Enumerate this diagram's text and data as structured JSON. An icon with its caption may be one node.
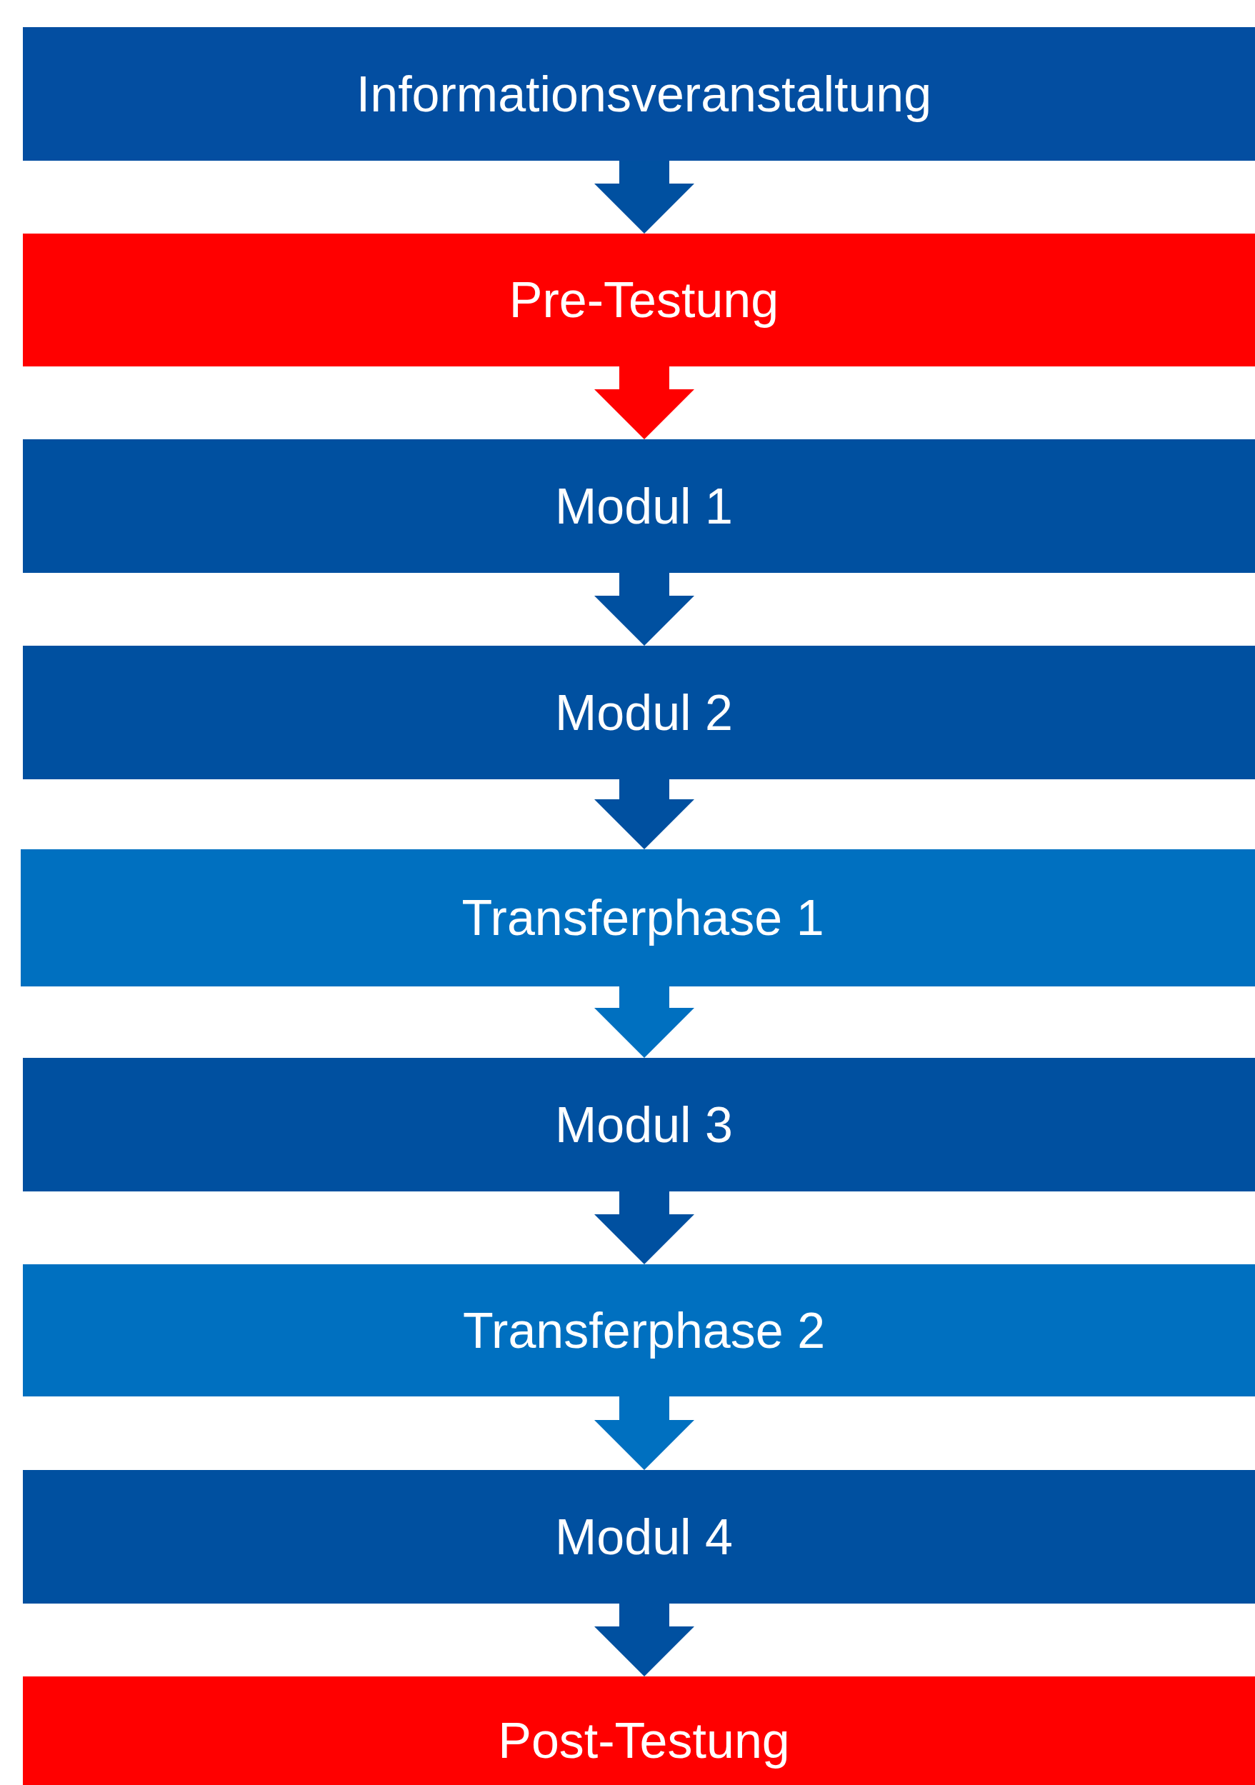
{
  "diagram": {
    "nodes": [
      {
        "text": [
          "Informationsveranstaltung"
        ]
      },
      {
        "text": [
          "Pre-Testung"
        ]
      },
      {
        "text": [
          "Modul 1"
        ]
      },
      {
        "text": [
          "Modul 2"
        ]
      },
      {
        "text": [
          "Transferphase 1"
        ]
      },
      {
        "text": [
          "Modul 3"
        ]
      },
      {
        "text": [
          "Transferphase 2"
        ]
      },
      {
        "text": [
          "Modul 4"
        ]
      },
      {
        "text": [
          "Post-Testung"
        ]
      }
    ],
    "edges": [
      {
        "from": 0,
        "to": 1,
        "arrow": "to"
      },
      {
        "from": 1,
        "to": 2,
        "arrow": "to",
        "color": "#ff0000"
      },
      {
        "from": 2,
        "to": 3,
        "arrow": "to"
      },
      {
        "from": 3,
        "to": 4,
        "arrow": "to"
      },
      {
        "from": 4,
        "to": 5,
        "arrow": "to",
        "color": "#0070c0"
      },
      {
        "from": 5,
        "to": 6,
        "arrow": "to"
      },
      {
        "from": 6,
        "to": 7,
        "arrow": "to",
        "color": "#0070c0"
      },
      {
        "from": 7,
        "to": 8,
        "arrow": "to"
      }
    ]
  }
}
